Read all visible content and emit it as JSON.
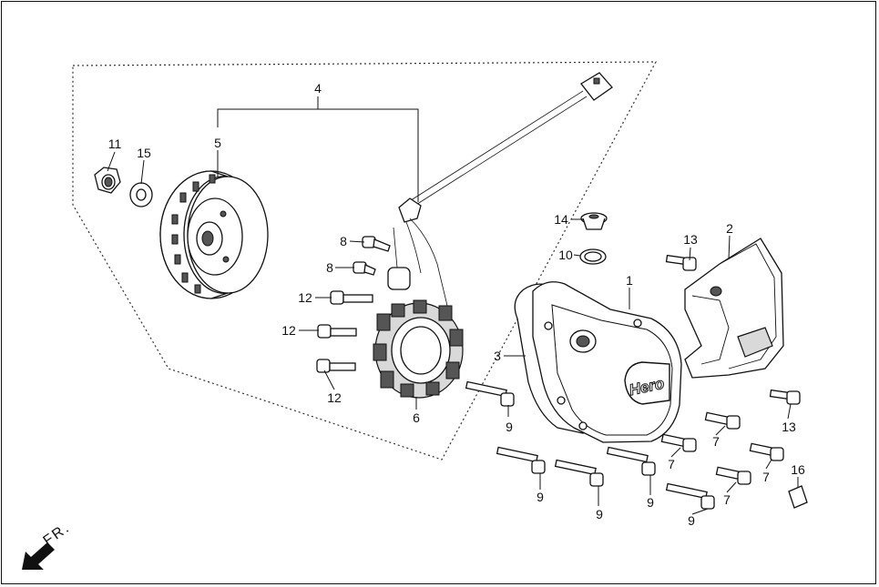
{
  "diagram": {
    "callouts": {
      "c1": "1",
      "c2": "2",
      "c3": "3",
      "c4": "4",
      "c5": "5",
      "c6": "6",
      "c7a": "7",
      "c7b": "7",
      "c7c": "7",
      "c7d": "7",
      "c8a": "8",
      "c8b": "8",
      "c9a": "9",
      "c9b": "9",
      "c9c": "9",
      "c9d": "9",
      "c9e": "9",
      "c10": "10",
      "c11": "11",
      "c12a": "12",
      "c12b": "12",
      "c12c": "12",
      "c13a": "13",
      "c13b": "13",
      "c14": "14",
      "c15": "15",
      "c16": "16"
    },
    "cover_logo": "Hero",
    "direction": "FR."
  }
}
